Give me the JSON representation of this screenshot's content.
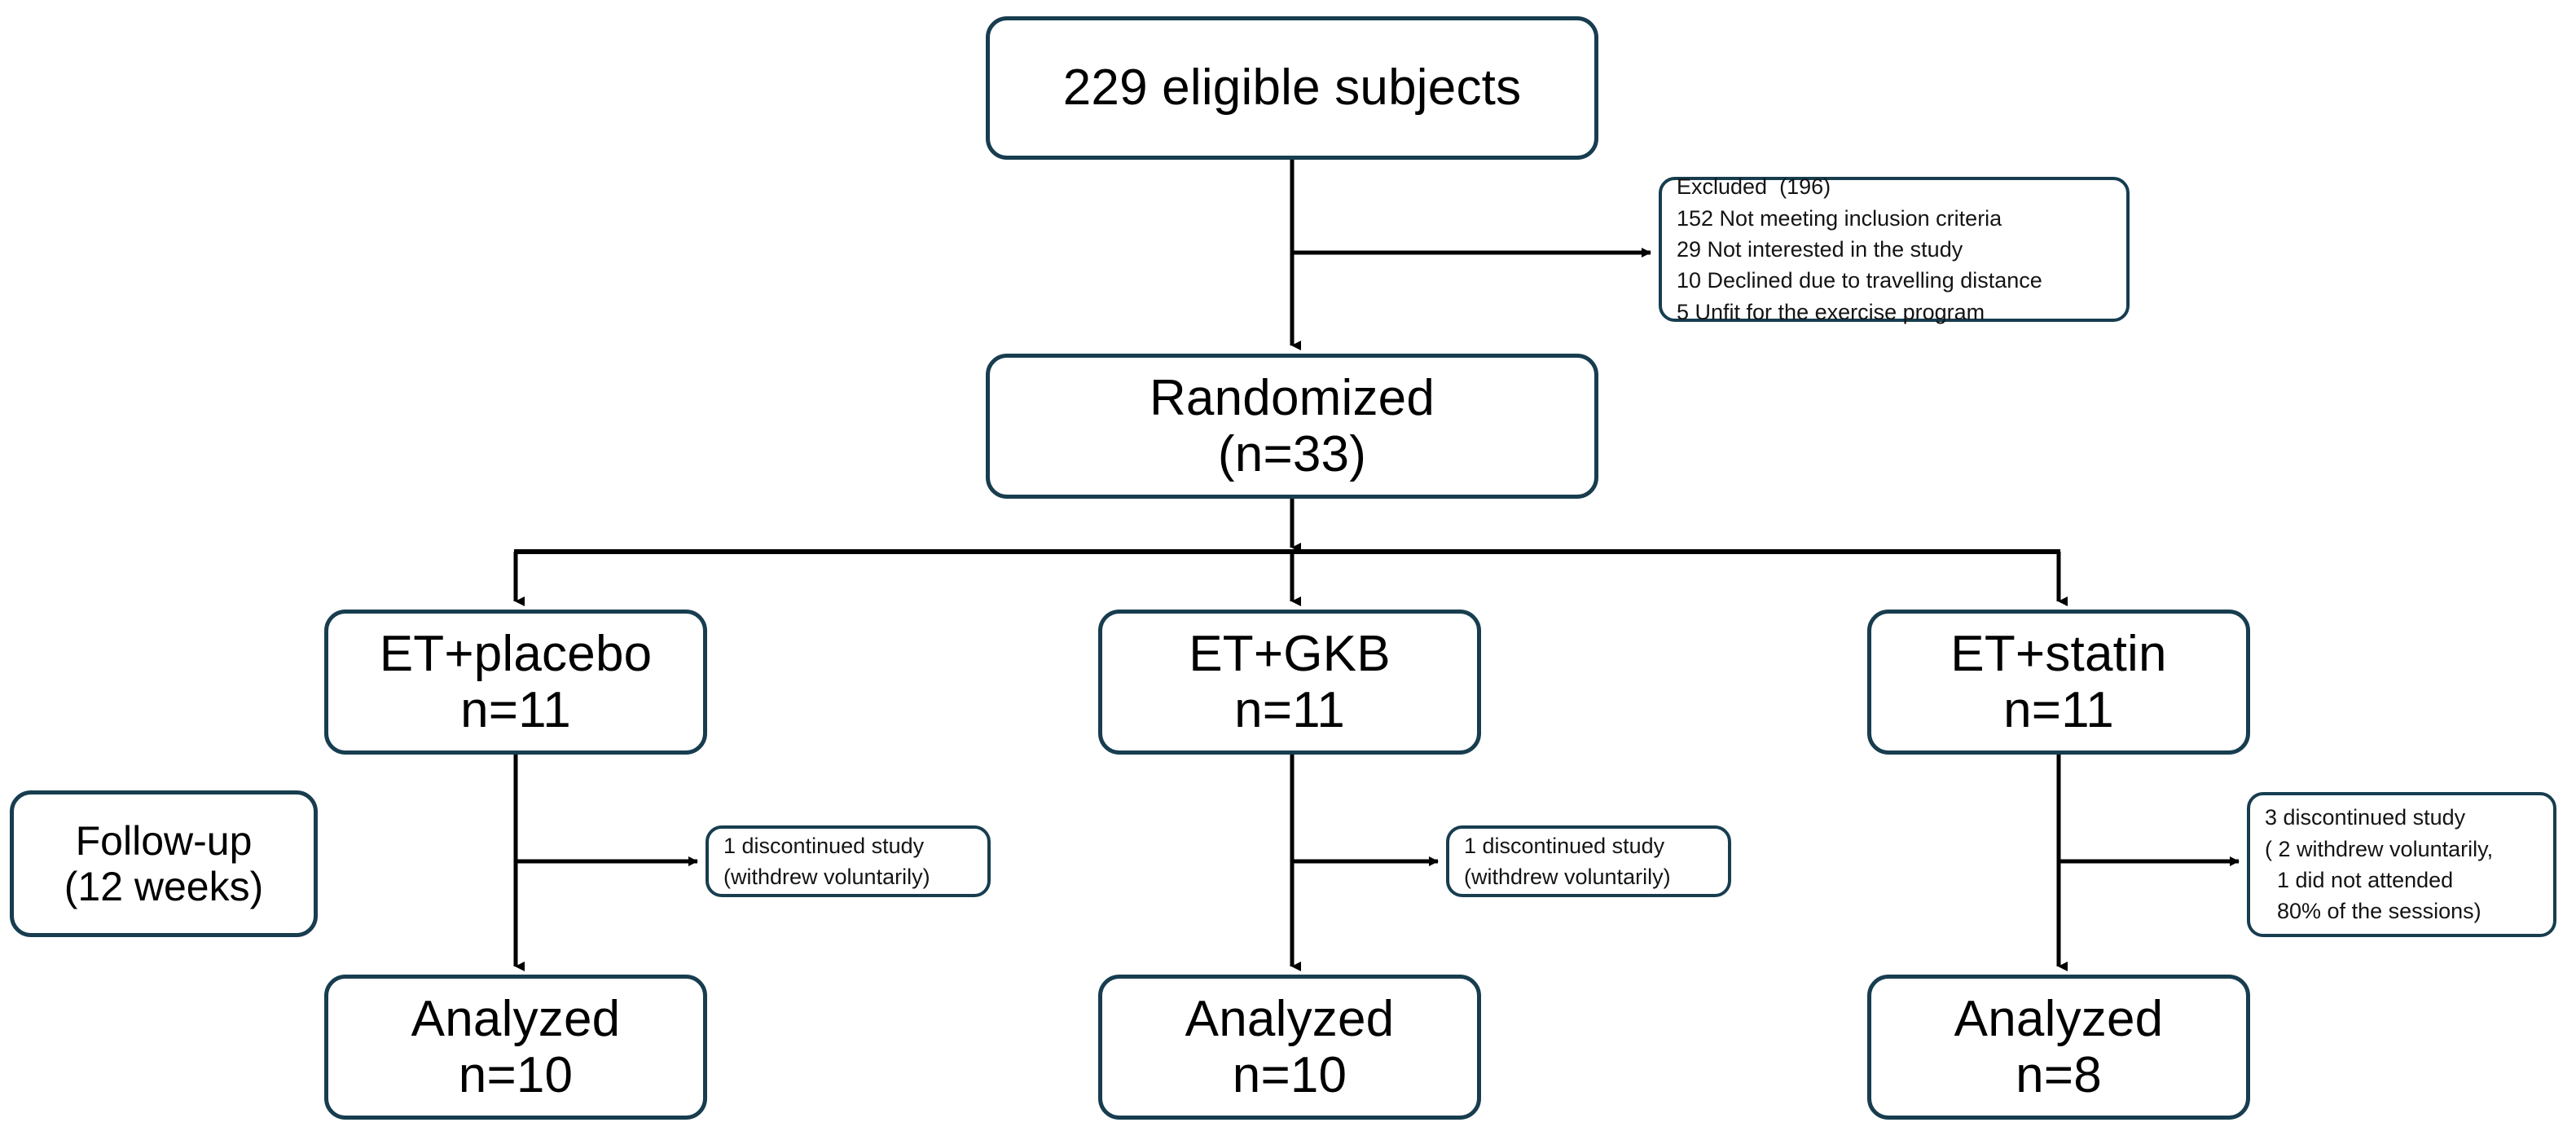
{
  "diagram": {
    "type": "consort-flow-diagram",
    "colors": {
      "border": "#173d4f",
      "background": "#ffffff",
      "connector": "#000000",
      "text": "#000000"
    },
    "nodes": {
      "eligible": {
        "label": "229 eligible subjects"
      },
      "excluded": {
        "lines": [
          "Excluded  (196)",
          "152 Not meeting inclusion criteria",
          "29 Not interested in the study",
          "10 Declined due to travelling distance",
          "5 Unfit for the exercise program"
        ]
      },
      "randomized": {
        "label": "Randomized",
        "count": "(n=33)"
      },
      "followup": {
        "label": "Follow-up",
        "duration": "(12 weeks)"
      },
      "arms": [
        {
          "id": "placebo",
          "label": "ET+placebo",
          "count": "n=11",
          "discontinued_lines": [
            "1 discontinued study",
            "(withdrew voluntarily)"
          ],
          "analyzed_label": "Analyzed",
          "analyzed_count": "n=10"
        },
        {
          "id": "gkb",
          "label": "ET+GKB",
          "count": "n=11",
          "discontinued_lines": [
            "1 discontinued study",
            "(withdrew voluntarily)"
          ],
          "analyzed_label": "Analyzed",
          "analyzed_count": "n=10"
        },
        {
          "id": "statin",
          "label": "ET+statin",
          "count": "n=11",
          "discontinued_lines": [
            "3 discontinued study",
            "( 2 withdrew voluntarily,",
            "  1 did not attended",
            "  80% of the sessions)"
          ],
          "analyzed_label": "Analyzed",
          "analyzed_count": "n=8"
        }
      ]
    }
  }
}
